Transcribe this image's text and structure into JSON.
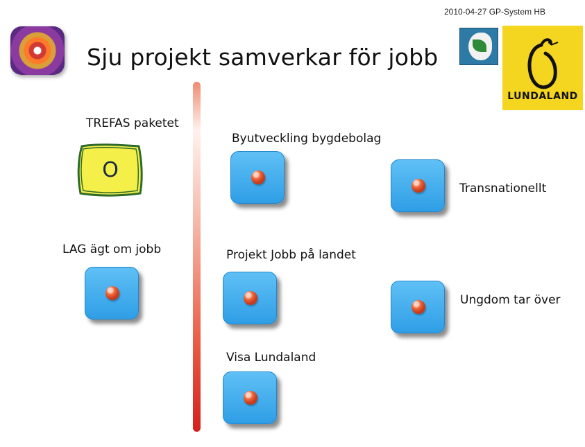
{
  "header": {
    "title": "Sju projekt samverkar för jobb",
    "date_stamp": "2010-04-27 GP-System HB",
    "lundaland_logo_text": "LUNDALAND"
  },
  "left_column": {
    "trefas": {
      "label": "TREFAS paketet",
      "box_letter": "O"
    },
    "lag": {
      "label": "LAG ägt om jobb"
    }
  },
  "projects": [
    {
      "label": "Byutveckling bygdebolag"
    },
    {
      "label": "Transnationellt"
    },
    {
      "label": "Projekt Jobb på landet"
    },
    {
      "label": "Ungdom tar över"
    },
    {
      "label": "Visa Lundaland"
    }
  ],
  "colors": {
    "button_blue": "#2f9ee6",
    "dot_red": "#e04a2a",
    "lundaland_yellow": "#f4d51f",
    "divider_red": "#d4201c"
  }
}
